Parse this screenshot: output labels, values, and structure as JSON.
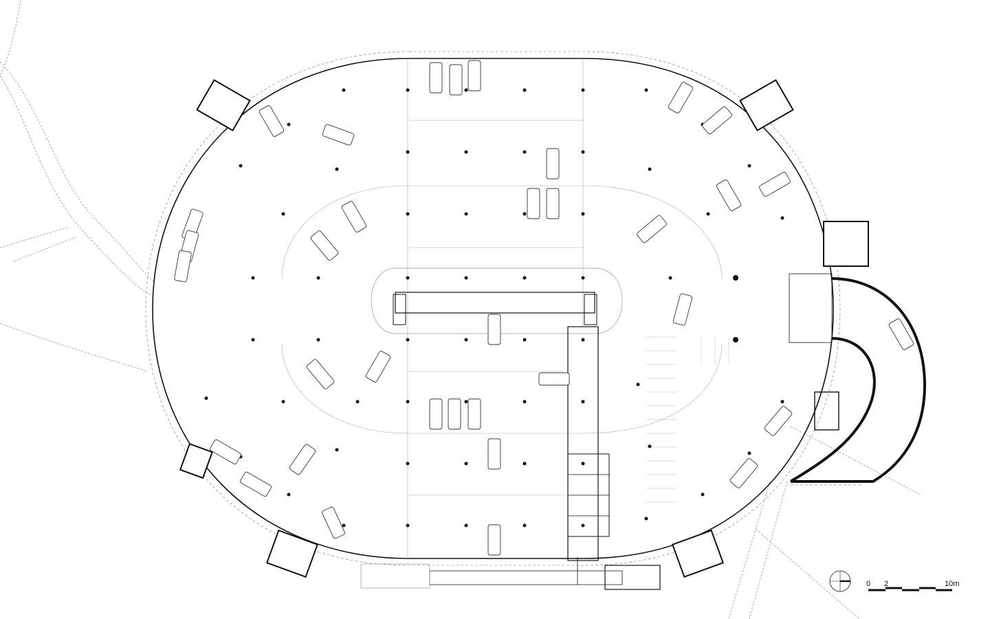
{
  "drawing": {
    "type": "parking garage floor plan",
    "line_color": "#111111",
    "thin_line_color": "#888888",
    "background": "#ffffff"
  },
  "scale_bar": {
    "labels": [
      "0",
      "2",
      "10m"
    ]
  },
  "north_arrow": {
    "icon": "north-arrow-icon"
  }
}
